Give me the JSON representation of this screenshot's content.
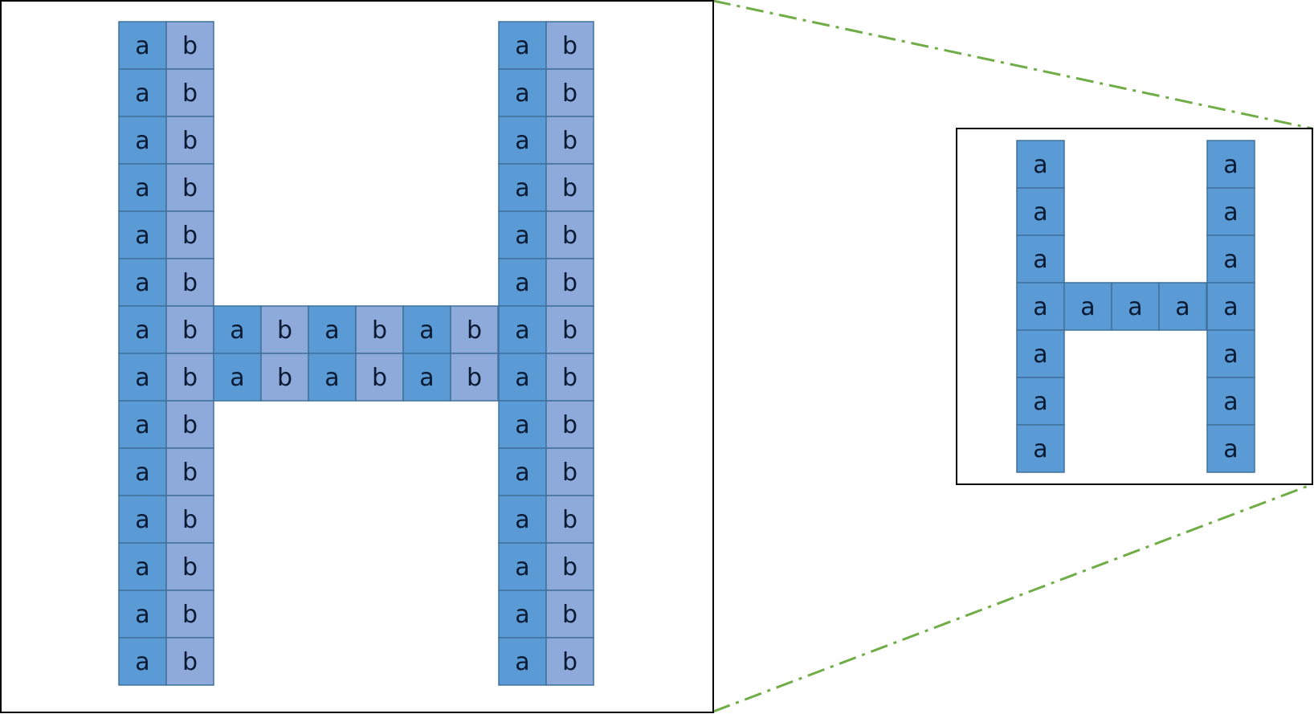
{
  "left_panel": {
    "label_a": "a",
    "label_b": "b",
    "pattern": "H-shape of a/b cell pairs, 2 cells wide per stroke, 14 rows tall, crossbar 2 rows",
    "rows": 14,
    "crossbar_rows": [
      6,
      7
    ],
    "colors": {
      "a": "#5b9bd5",
      "b": "#8eaadb",
      "stroke": "#41719c",
      "frame": "#000000"
    }
  },
  "right_panel": {
    "label_a": "a",
    "pattern": "H-shape of single a cells, 7 rows tall, crossbar 1 row",
    "rows": 7,
    "crossbar_row": 3,
    "colors": {
      "a": "#5b9bd5",
      "stroke": "#41719c",
      "frame": "#000000"
    }
  },
  "connector": {
    "color": "#70ad47",
    "style": "dash-dot"
  }
}
